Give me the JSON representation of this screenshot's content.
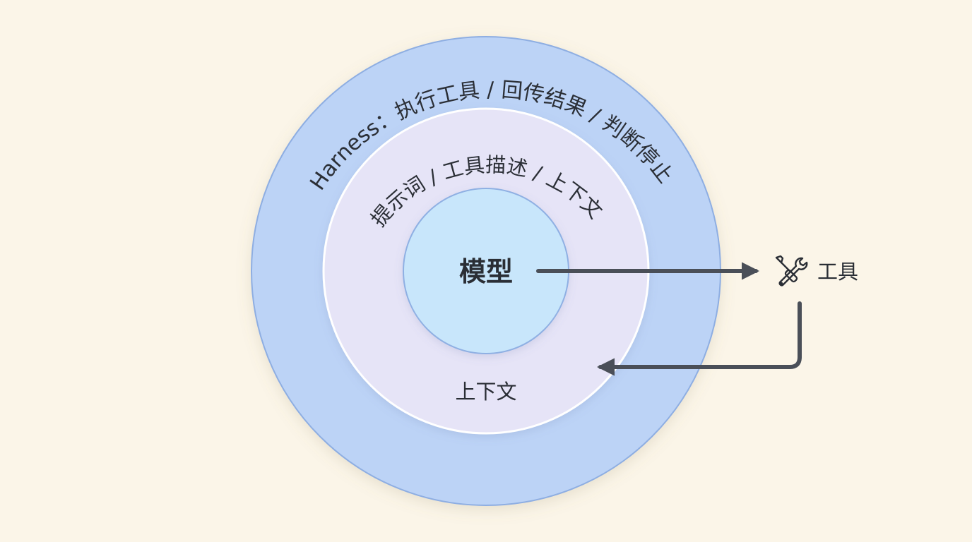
{
  "diagram": {
    "outer_ring_text": "Harness：执行工具 / 回传结果 / 判断停止",
    "middle_ring_text": "提示词 / 工具描述 / 上下文",
    "center_label": "模型",
    "inner_bottom_label": "上下文",
    "tool_label": "工具",
    "tool_icon": "tools-icon",
    "colors": {
      "background": "#fbf5e8",
      "outer_fill": "#bcd3f6",
      "outer_stroke": "#8eaee2",
      "middle_fill": "#e6e4f7",
      "inner_fill": "#c8e6fb",
      "inner_stroke": "#8fb0e3",
      "arrow": "#4a4f58",
      "text": "#2a2e35"
    }
  }
}
